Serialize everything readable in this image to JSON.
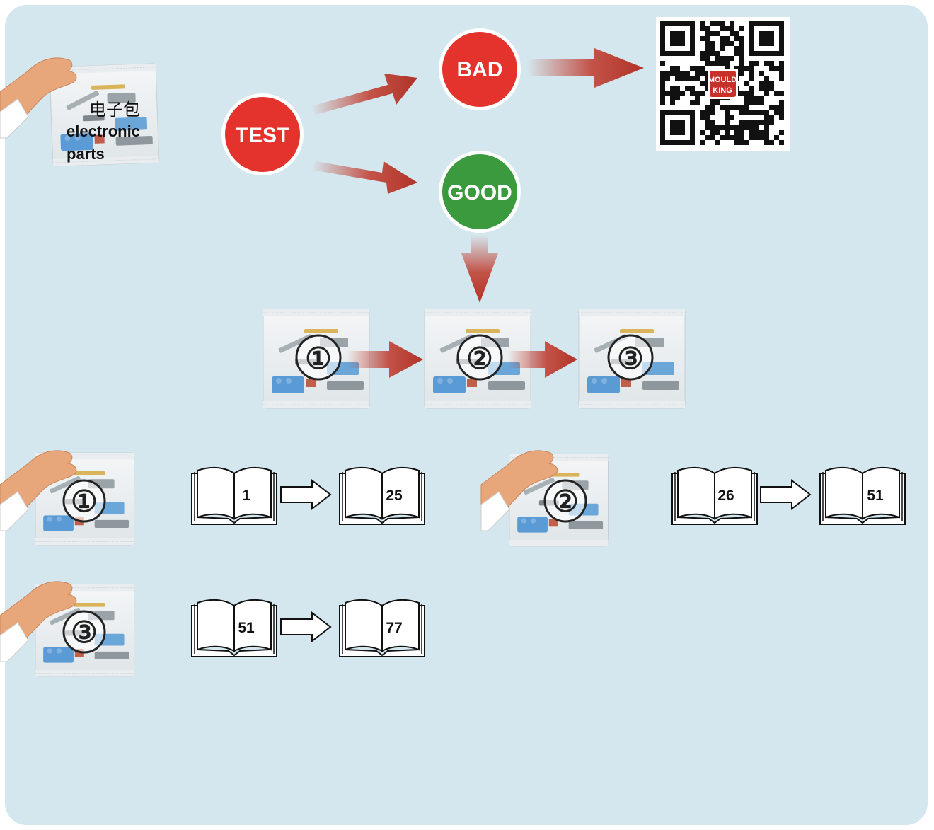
{
  "bag_label": {
    "chinese": "电子包",
    "english_line1": "electronic",
    "english_line2": "parts"
  },
  "decision": {
    "test": "TEST",
    "bad": "BAD",
    "good": "GOOD"
  },
  "qr_logo": {
    "line1": "MOULD",
    "line2": "KING"
  },
  "bags": [
    {
      "number": "①"
    },
    {
      "number": "②"
    },
    {
      "number": "③"
    }
  ],
  "steps": [
    {
      "bag": "①",
      "from_page": "1",
      "to_page": "25"
    },
    {
      "bag": "②",
      "from_page": "26",
      "to_page": "51"
    },
    {
      "bag": "③",
      "from_page": "51",
      "to_page": "77"
    }
  ],
  "colors": {
    "background": "#d4e7ee",
    "bad": "#e3332c",
    "test": "#e3332c",
    "good": "#3c9a3e",
    "arrow": "#c0392b"
  }
}
